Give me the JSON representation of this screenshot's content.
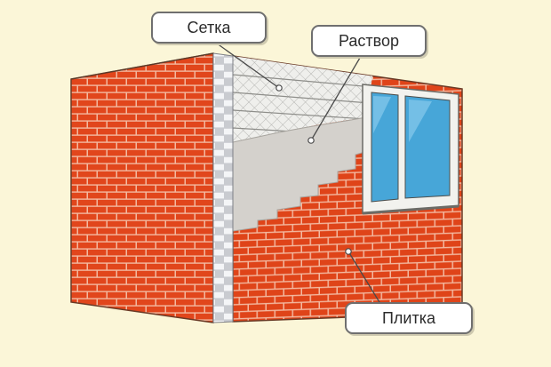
{
  "labels": {
    "mesh": "Сетка",
    "mortar": "Раствор",
    "tile": "Плитка"
  },
  "colors": {
    "background": "#fbf6d8",
    "brick": "#e1461c",
    "brick_dark": "#c93a14",
    "mortar_joint": "#f3b9a0",
    "plaster": "#d4d1cc",
    "mesh_bg": "#ededeb",
    "corner_tile": "#f4f5f7",
    "window_frame": "#f2f2ee",
    "glass": "#47a6d8",
    "outline": "#5a3a2a"
  },
  "icons": {
    "leader_dot": "dot"
  }
}
